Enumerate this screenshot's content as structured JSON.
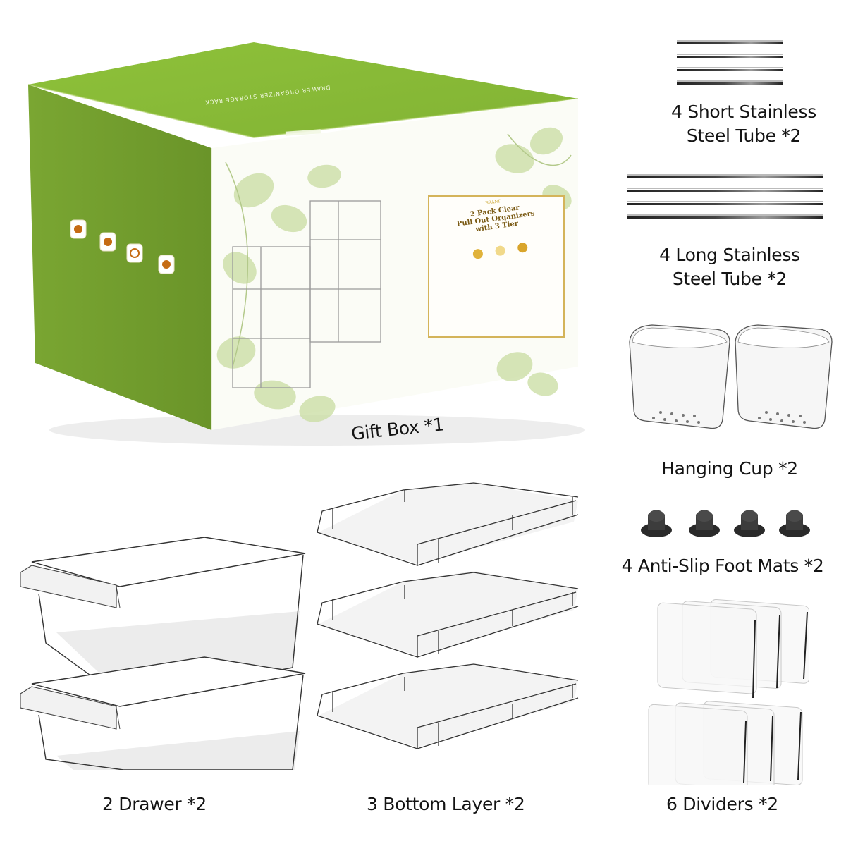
{
  "gift_box": {
    "label": "Gift Box *1",
    "top_text": "DRAWER ORGANIZER STORAGE RACK",
    "card": {
      "brand": "BRAND",
      "title_line1": "2 Pack Clear",
      "title_line2": "Pull Out Organizers",
      "title_line3": "with 3 Tier",
      "accent_color": "#c9a227"
    },
    "side_icons": [
      "thumbs-up-icon",
      "fragile-glass-icon",
      "recycle-icon",
      "handle-with-care-icon"
    ],
    "colors": {
      "green_side": "#6f9a2c",
      "green_top": "#8cba36",
      "front": "#fbfcf6",
      "leaf": "#c8dba0"
    }
  },
  "items": [
    {
      "id": "short-tube",
      "label_line1": "4 Short Stainless",
      "label_line2": "Steel Tube *2"
    },
    {
      "id": "long-tube",
      "label_line1": "4 Long Stainless",
      "label_line2": "Steel Tube *2"
    },
    {
      "id": "hanging-cup",
      "label": "Hanging Cup *2"
    },
    {
      "id": "foot-mats",
      "label": "4 Anti-Slip Foot Mats *2"
    },
    {
      "id": "drawer",
      "label": "2 Drawer *2"
    },
    {
      "id": "bottom-layer",
      "label": "3 Bottom Layer *2"
    },
    {
      "id": "dividers",
      "label": "6 Dividers *2"
    }
  ]
}
